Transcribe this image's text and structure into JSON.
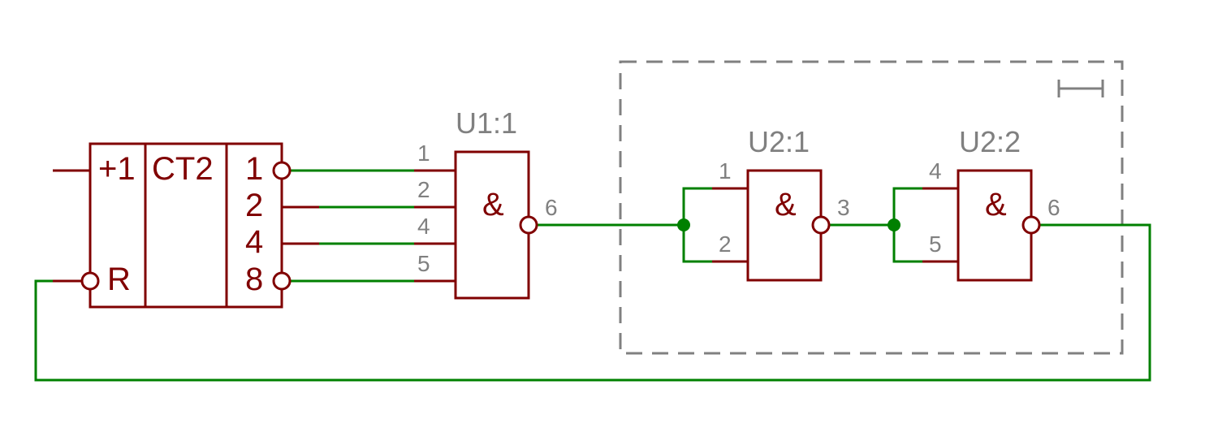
{
  "colors": {
    "part": "#800000",
    "wire": "#008000",
    "junction": "#008000",
    "label": "#808080",
    "frame": "#808080"
  },
  "counter": {
    "count_input": "+1",
    "reset_input": "R",
    "type_label": "CT2",
    "outputs": [
      "1",
      "2",
      "4",
      "8"
    ]
  },
  "u1_1": {
    "ref": "U1:1",
    "symbol": "&",
    "input_pins": [
      "1",
      "2",
      "4",
      "5"
    ],
    "output_pin": "6"
  },
  "u2_1": {
    "ref": "U2:1",
    "symbol": "&",
    "input_pins": [
      "1",
      "2"
    ],
    "output_pin": "3"
  },
  "u2_2": {
    "ref": "U2:2",
    "symbol": "&",
    "input_pins": [
      "4",
      "5"
    ],
    "output_pin": "6"
  },
  "frame": {
    "marker_icon": "interval-bracket-icon"
  }
}
